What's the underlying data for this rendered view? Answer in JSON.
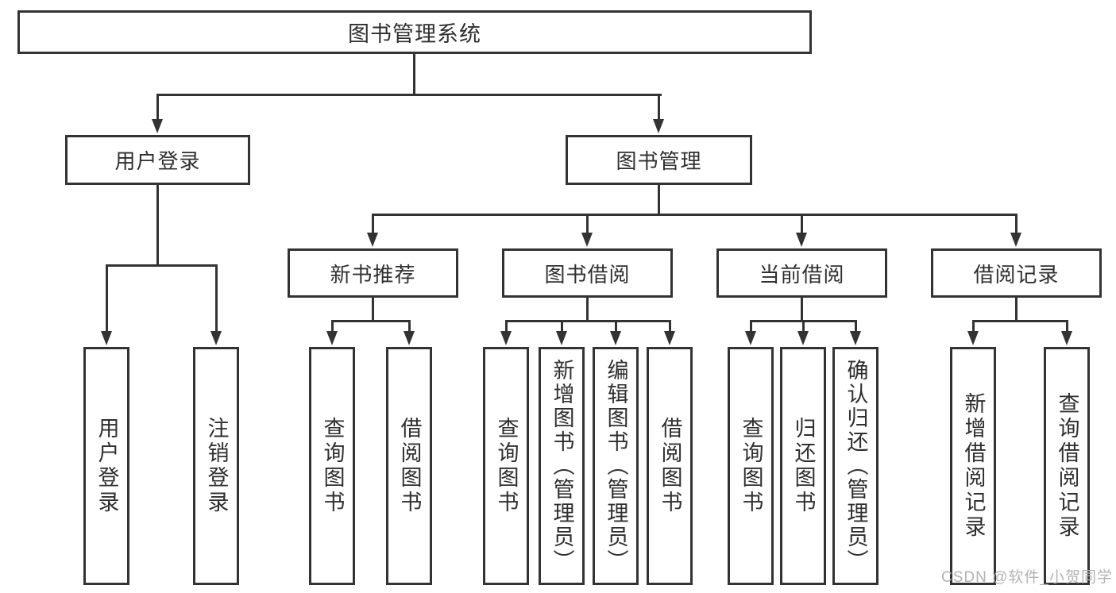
{
  "diagram": {
    "root": {
      "label": "图书管理系统",
      "children": [
        {
          "label": "用户登录",
          "children": [
            {
              "label": "用户登录"
            },
            {
              "label": "注销登录"
            }
          ]
        },
        {
          "label": "图书管理",
          "children": [
            {
              "label": "新书推荐",
              "children": [
                {
                  "label": "查询图书"
                },
                {
                  "label": "借阅图书"
                }
              ]
            },
            {
              "label": "图书借阅",
              "children": [
                {
                  "label": "查询图书"
                },
                {
                  "label": "新增图书（管理员）"
                },
                {
                  "label": "编辑图书（管理员）"
                },
                {
                  "label": "借阅图书"
                }
              ]
            },
            {
              "label": "当前借阅",
              "children": [
                {
                  "label": "查询图书"
                },
                {
                  "label": "归还图书"
                },
                {
                  "label": "确认归还（管理员）"
                }
              ]
            },
            {
              "label": "借阅记录",
              "children": [
                {
                  "label": "新增借阅记录"
                },
                {
                  "label": "查询借阅记录"
                }
              ]
            }
          ]
        }
      ]
    }
  },
  "watermark": {
    "text": "CSDN @软件_小贺同学"
  },
  "colors": {
    "line": "#333333",
    "text": "#2f2f2f",
    "watermark": "#b3b3b3",
    "background": "#ffffff"
  }
}
